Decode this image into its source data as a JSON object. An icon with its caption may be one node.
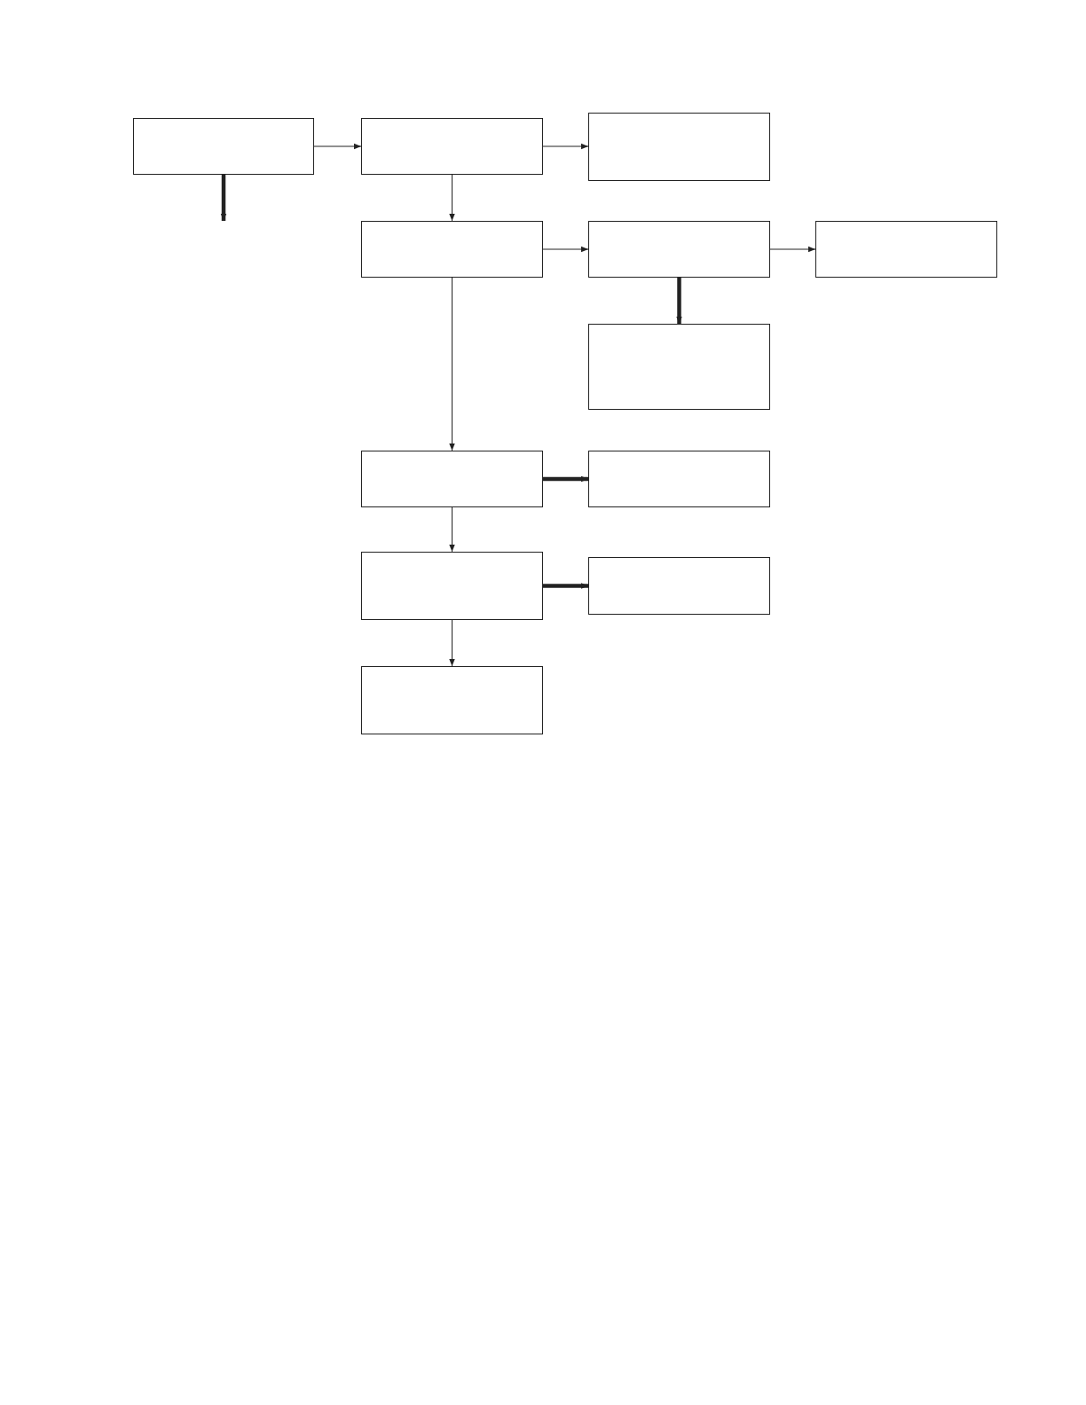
{
  "diagram": {
    "nodes": [
      {
        "text": [],
        "shape": "box"
      },
      {
        "text": [],
        "shape": "box"
      },
      {
        "text": [],
        "shape": "box"
      },
      {
        "text": [],
        "shape": "box"
      },
      {
        "text": [],
        "shape": "box"
      },
      {
        "text": [],
        "shape": "box"
      },
      {
        "text": [],
        "shape": "box"
      },
      {
        "text": [],
        "shape": "box"
      },
      {
        "text": [],
        "shape": "box"
      },
      {
        "text": [],
        "shape": "box"
      },
      {
        "text": [],
        "shape": "box"
      },
      {
        "text": [],
        "shape": "box"
      }
    ],
    "edges": [
      {
        "from": 0,
        "to": 1,
        "arrow": "to"
      },
      {
        "from": 0,
        "to": null,
        "arrow": "to",
        "style": "thick"
      },
      {
        "from": 1,
        "to": 2,
        "arrow": "to"
      },
      {
        "from": 1,
        "to": 3,
        "arrow": "to"
      },
      {
        "from": 3,
        "to": 4,
        "arrow": "to"
      },
      {
        "from": 4,
        "to": 5,
        "arrow": "to"
      },
      {
        "from": 4,
        "to": 6,
        "arrow": "to",
        "style": "thick"
      },
      {
        "from": 3,
        "to": 7,
        "arrow": "to"
      },
      {
        "from": 7,
        "to": 8,
        "arrow": "to",
        "style": "thick"
      },
      {
        "from": 7,
        "to": 9,
        "arrow": "to"
      },
      {
        "from": 9,
        "to": 10,
        "arrow": "to",
        "style": "thick"
      },
      {
        "from": 9,
        "to": 11,
        "arrow": "to"
      }
    ]
  }
}
